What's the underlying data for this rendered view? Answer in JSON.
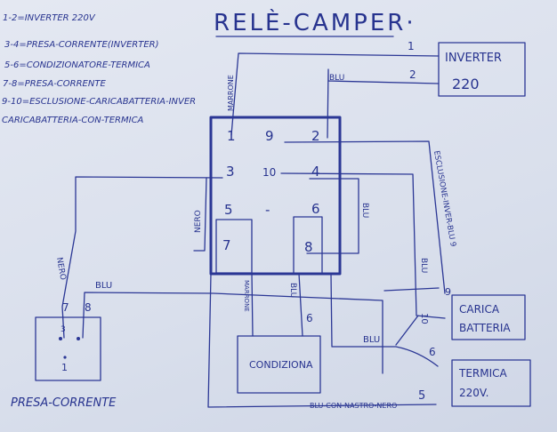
{
  "title": "RELÈ-CAMPER·",
  "legend": [
    "1-2=INVERTER 220V",
    "3-4=PRESA-CORRENTE(INVERTER)",
    "5-6=CONDIZIONATORE-TERMICA",
    "7-8=PRESA-CORRENTE",
    "9-10=ESCLUSIONE-CARICABATTERIA-INVER",
    "CARICABATTERIA-CON-TERMICA"
  ],
  "relay_pins": [
    "1",
    "9",
    "2",
    "3",
    "10",
    "4",
    "5",
    "-",
    "6",
    "7",
    "8"
  ],
  "boxes": {
    "inverter_line1": "INVERTER",
    "inverter_line2": "220",
    "carica_line1": "CARICA",
    "carica_line2": "BATTERIA",
    "termica_line1": "TERMICA",
    "termica_line2": "220V.",
    "condiziona": "CONDIZIONA",
    "presa_label": "PRESA-CORRENTE"
  },
  "wire_labels": {
    "marrone_top": "MARRONE",
    "blu_top": "BLU",
    "inv_1": "1",
    "inv_2": "2",
    "esclusione": "ESCLUSIONE-INVER-BLU 9",
    "blu_10": "BLU",
    "blu_4": "BLU",
    "nero_left": "NERO",
    "nero_presa": "NERO",
    "blu_presa": "BLU",
    "presa_7": "7",
    "presa_8": "8",
    "presa_3": "3",
    "presa_1": "1",
    "marrone_cond": "MARRONE",
    "blu_cond": "BLU",
    "cond_6": "6",
    "carica_9": "9",
    "carica_10": "10",
    "blu_mid": "BLU",
    "termica_6": "6",
    "termica_5": "5",
    "blu_nastro": "BLU-CON-NASTRO-NERO"
  },
  "colors": {
    "ink": "#2b3795",
    "paper": "#dde3ef"
  }
}
